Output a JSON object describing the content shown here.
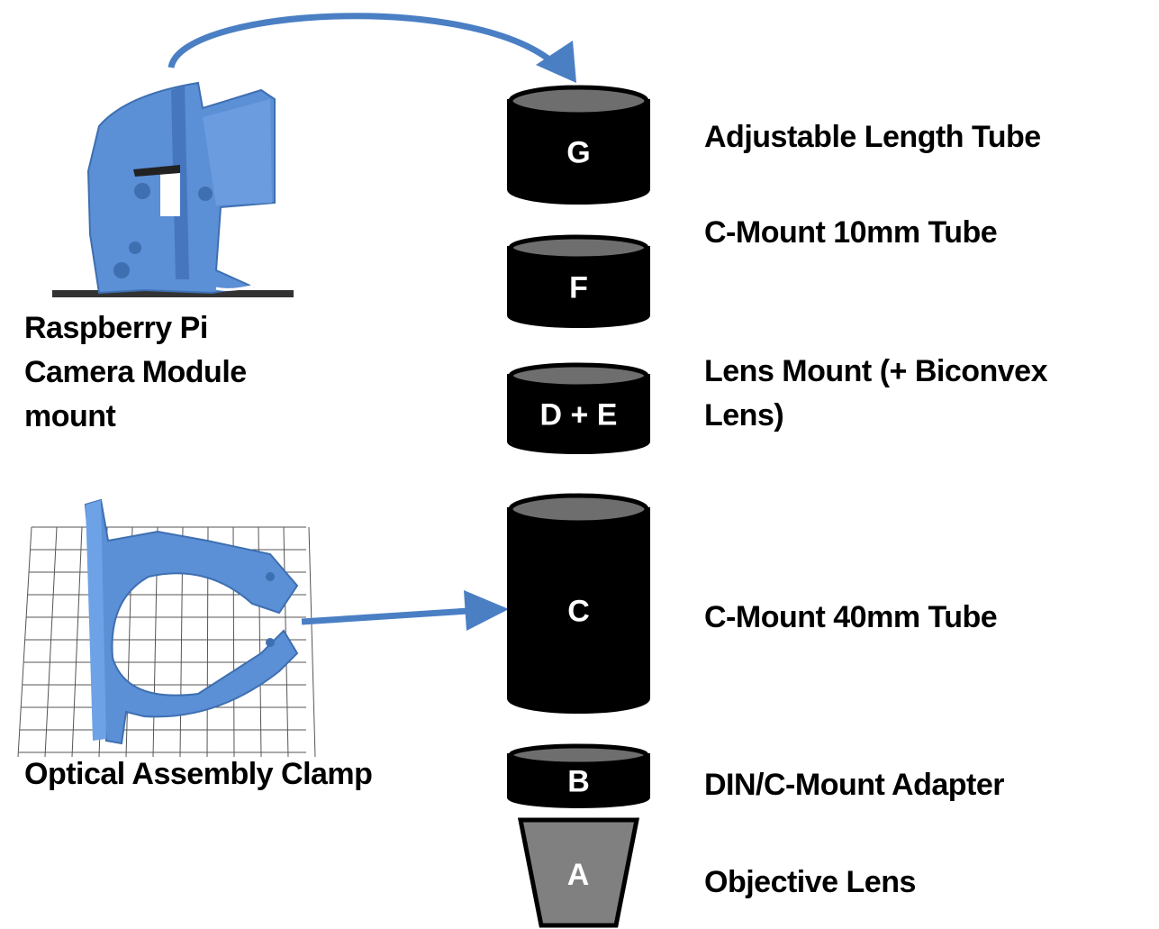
{
  "colors": {
    "part_blue": "#5b8fd6",
    "arrow_blue": "#4a7fc4",
    "cylinder": "#000000",
    "cylinder_top": "#6e6e6e",
    "objective": "#808080"
  },
  "components": [
    {
      "letter": "G",
      "label": "Adjustable Length Tube"
    },
    {
      "letter": "F",
      "label": "C-Mount 10mm Tube"
    },
    {
      "letter": "D + E",
      "label": "Lens Mount (+ Biconvex Lens)"
    },
    {
      "letter": "C",
      "label": "C-Mount 40mm Tube"
    },
    {
      "letter": "B",
      "label": "DIN/C-Mount Adapter"
    },
    {
      "letter": "A",
      "label": "Objective Lens"
    }
  ],
  "parts": {
    "camera_mount_label": "Raspberry Pi Camera Module mount",
    "clamp_label": "Optical Assembly Clamp"
  }
}
